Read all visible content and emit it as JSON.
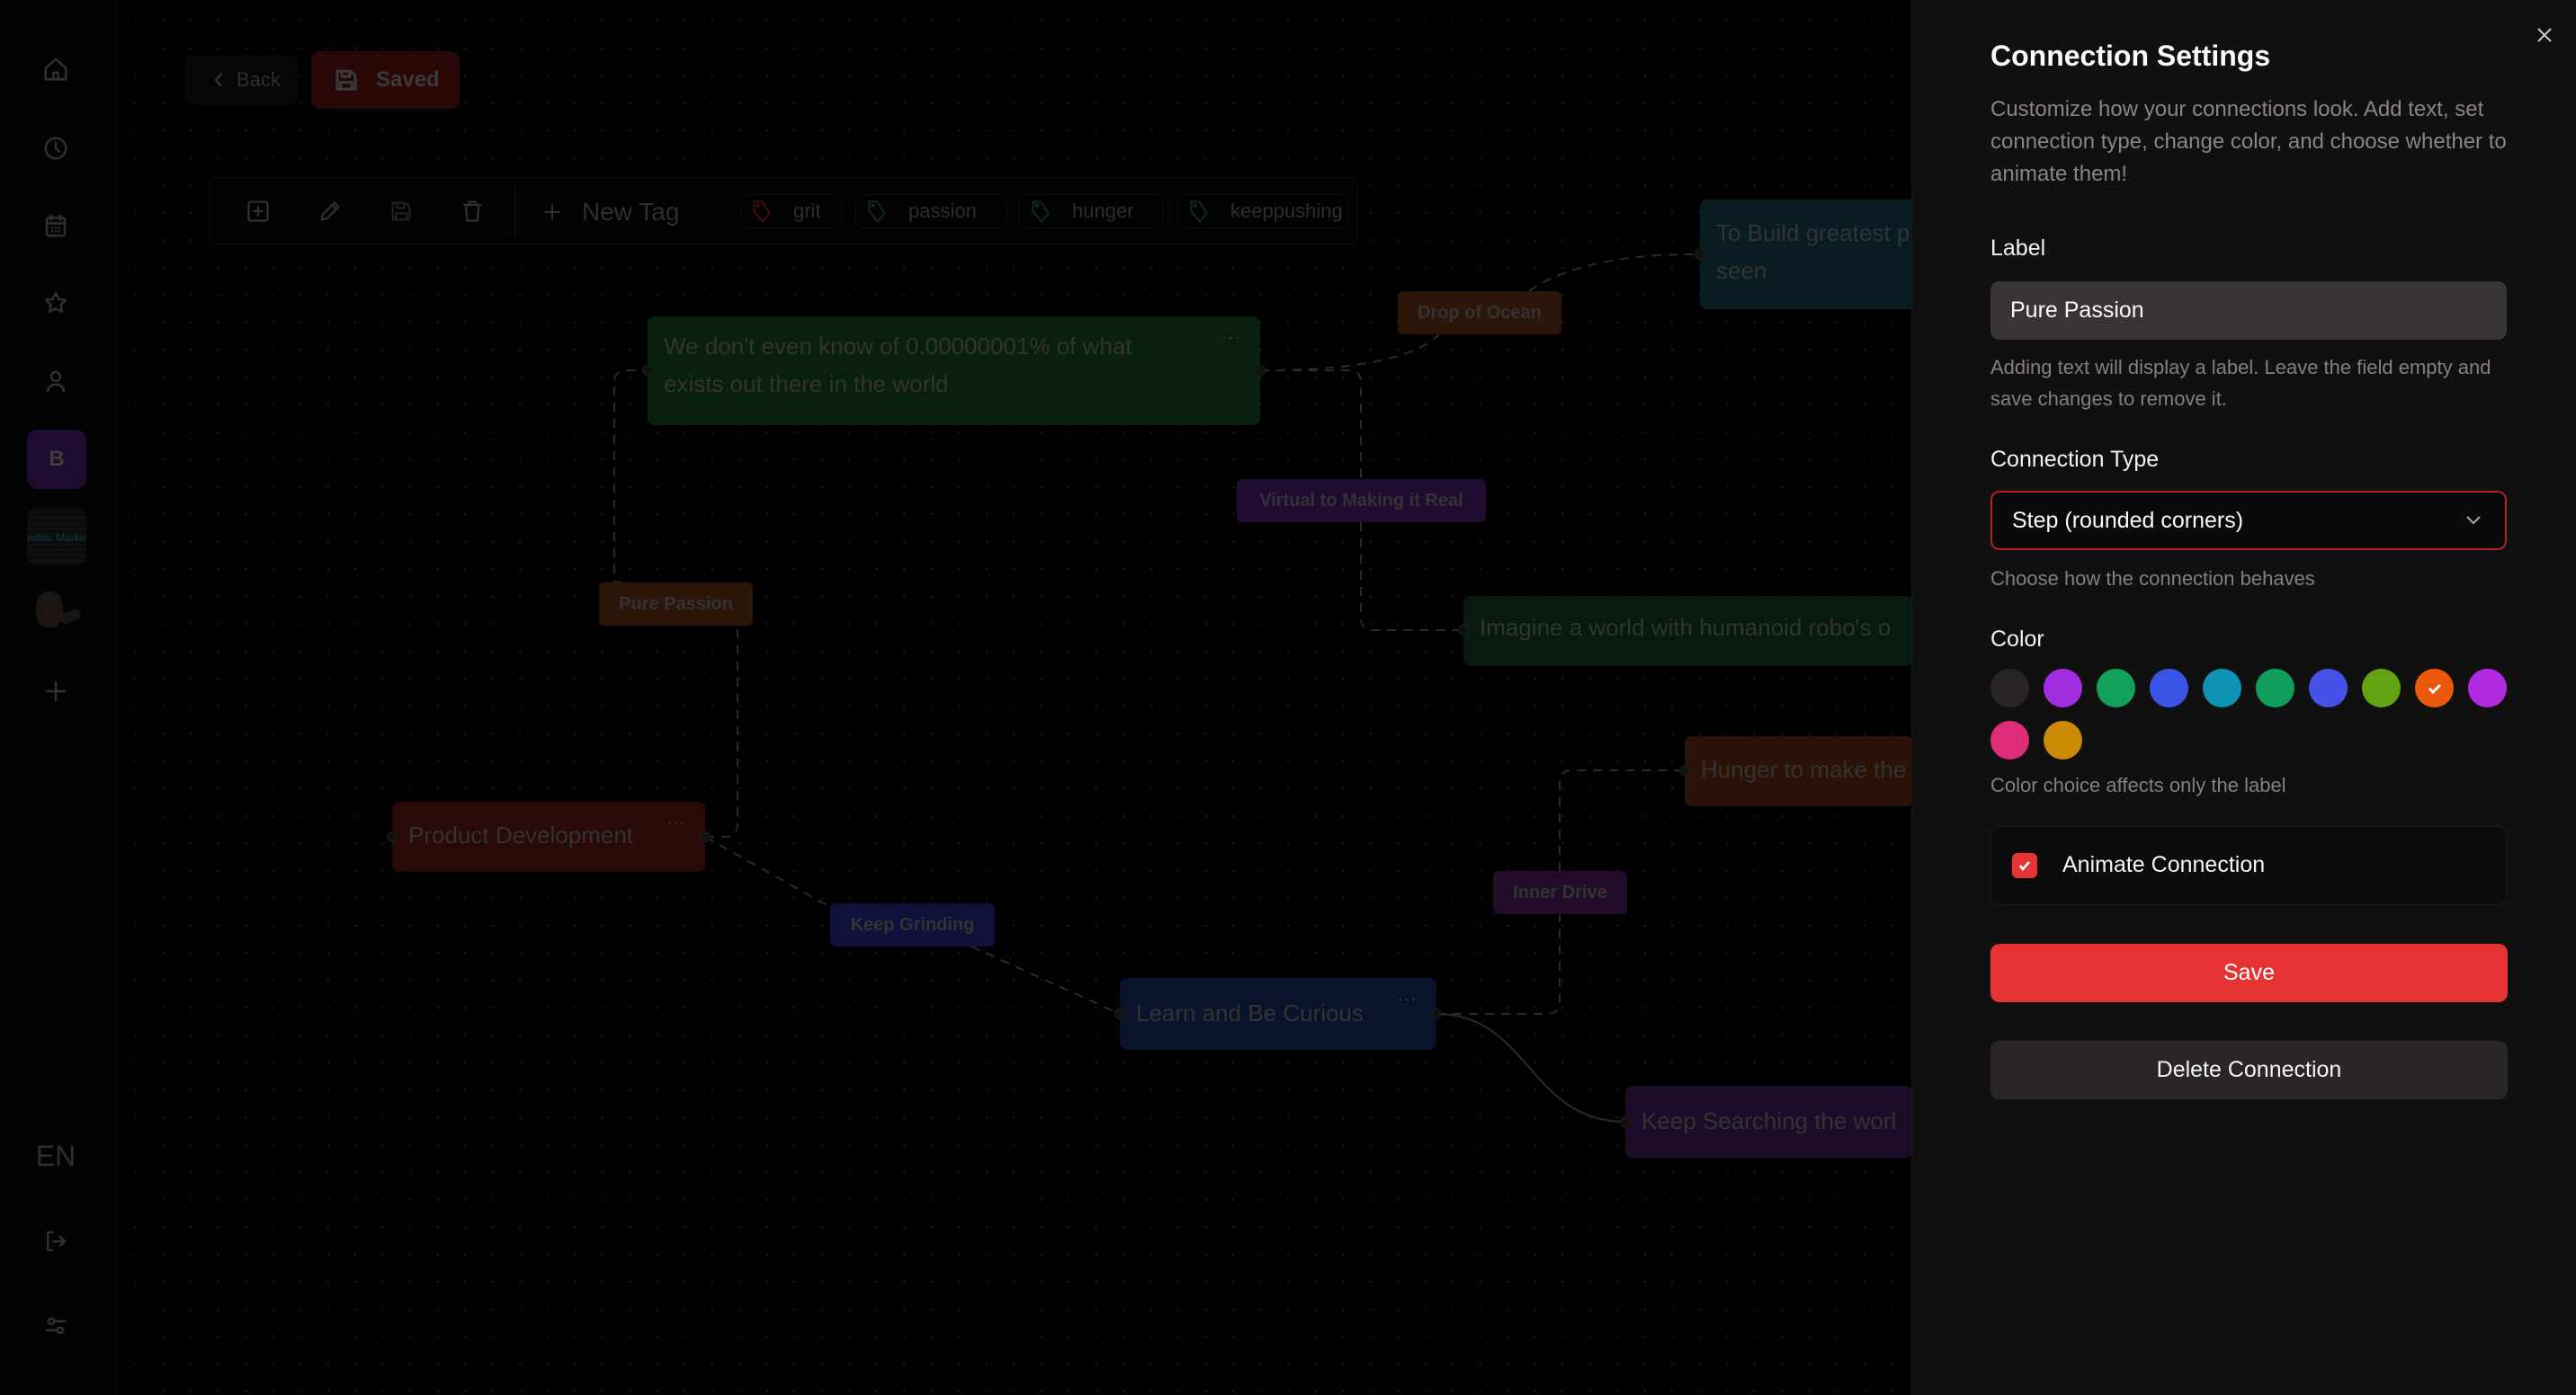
{
  "sidebar": {
    "nav": [
      {
        "icon": "home-icon"
      },
      {
        "icon": "clock-icon"
      },
      {
        "icon": "calendar-icon"
      },
      {
        "icon": "star-icon"
      },
      {
        "icon": "user-icon"
      }
    ],
    "workspaces": [
      {
        "type": "letter",
        "label": "B",
        "color": "#1d0c2f"
      },
      {
        "type": "image",
        "text": "witter Marketir"
      },
      {
        "type": "image",
        "text": ""
      }
    ],
    "add_workspace_icon": "plus-icon",
    "language": "EN",
    "logout_icon": "logout-icon",
    "settings_icon": "sliders-icon"
  },
  "header": {
    "back_label": "Back",
    "saved_label": "Saved"
  },
  "toolbar": {
    "icons": [
      "add-node-icon",
      "edit-icon",
      "save-icon",
      "trash-icon"
    ],
    "new_tag_label": "New Tag",
    "tags": [
      {
        "label": "grit",
        "color": "#3a0e0e"
      },
      {
        "label": "passion",
        "color": "#0e2a16"
      },
      {
        "label": "hunger",
        "color": "#0e2a16"
      },
      {
        "label": "keeppushing",
        "color": "#0e2a16"
      }
    ]
  },
  "canvas": {
    "nodes": [
      {
        "id": "n1",
        "text_line1": "We don't even know of 0.00000001% of what",
        "text_line2": "exists out there in the world",
        "color": "#0a200f"
      },
      {
        "id": "n2",
        "text_line1": "To Build greatest p",
        "text_line2": "seen",
        "color": "#091c22"
      },
      {
        "id": "n3",
        "text": "Imagine a world with humanoid robo's o",
        "color": "#08190f"
      },
      {
        "id": "n4",
        "text": "Product Development",
        "color": "#2a0909"
      },
      {
        "id": "n5",
        "text": "Learn and Be Curious",
        "color": "#0b132c"
      },
      {
        "id": "n6",
        "text": "Hunger to make the",
        "color": "#2a1208"
      },
      {
        "id": "n7",
        "text": "Keep Searching the worl",
        "color": "#1c0c2a"
      }
    ],
    "edge_labels": [
      {
        "text": "Drop of Ocean",
        "color": "#2c1509"
      },
      {
        "text": "Virtual to Making it Real",
        "color": "#1f0c30"
      },
      {
        "text": "Pure Passion",
        "color": "#2c1509"
      },
      {
        "text": "Keep Grinding",
        "color": "#10113a"
      },
      {
        "text": "Inner Drive",
        "color": "#220c2a"
      }
    ],
    "node_menu_glyph": "···"
  },
  "panel": {
    "title": "Connection Settings",
    "description": "Customize how your connections look. Add text, set connection type, change color, and choose whether to animate them!",
    "label_heading": "Label",
    "label_value": "Pure Passion",
    "label_help": "Adding text will display a label. Leave the field empty and save changes to remove it.",
    "type_heading": "Connection Type",
    "type_value": "Step (rounded corners)",
    "type_help": "Choose how the connection behaves",
    "color_heading": "Color",
    "colors": [
      "#292525",
      "#a02ee0",
      "#12a05a",
      "#3a55e6",
      "#0e93b4",
      "#0f9e5c",
      "#4651e8",
      "#63a313",
      "#ea580c",
      "#b02ae0",
      "#dd2d78",
      "#ca8a04"
    ],
    "selected_color_index": 8,
    "color_help": "Color choice affects only the label",
    "animate_label": "Animate Connection",
    "animate_checked": true,
    "save_label": "Save",
    "delete_label": "Delete Connection",
    "accent_color": "#e53334"
  }
}
